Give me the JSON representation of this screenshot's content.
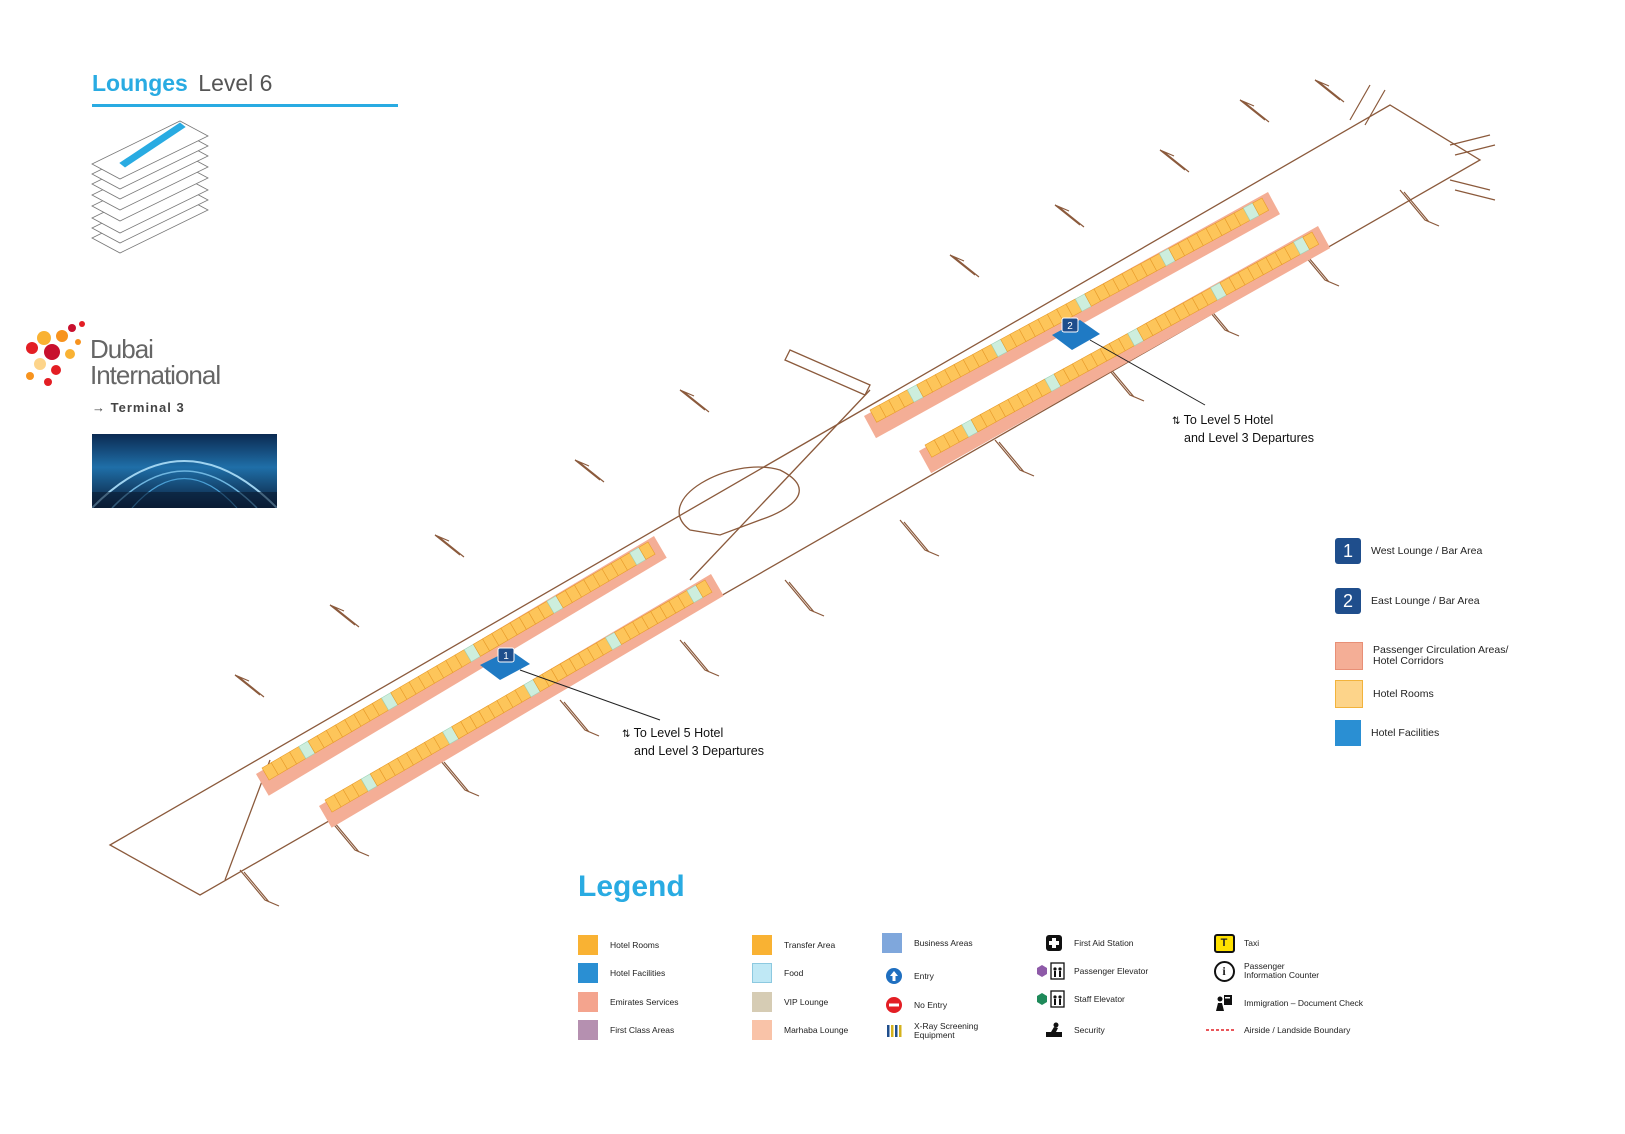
{
  "header": {
    "title_main": "Lounges",
    "title_sub": "Level 6"
  },
  "brand": {
    "name_line1": "Dubai",
    "name_line2": "International",
    "terminal": "Terminal 3",
    "arrow": "→"
  },
  "map": {
    "markers": [
      {
        "number": "1"
      },
      {
        "number": "2"
      }
    ],
    "callouts": [
      {
        "line1": "To Level 5 Hotel",
        "line2": "and Level 3 Departures"
      },
      {
        "line1": "To Level 5 Hotel",
        "line2": "and Level 3 Departures"
      }
    ]
  },
  "side_legend": {
    "items": [
      {
        "badge": "1",
        "label": "West Lounge / Bar Area"
      },
      {
        "badge": "2",
        "label": "East Lounge / Bar Area"
      },
      {
        "label_line1": "Passenger Circulation Areas/",
        "label_line2": "Hotel Corridors",
        "color": "#f4ae96"
      },
      {
        "label": "Hotel Rooms",
        "color": "#fdd48a"
      },
      {
        "label": "Hotel Facilities",
        "color": "#2a8fd3"
      }
    ]
  },
  "legend": {
    "title": "Legend",
    "col1": [
      {
        "label": "Hotel Rooms",
        "color": "#f9b233"
      },
      {
        "label": "Hotel Facilities",
        "color": "#2a8fd3"
      },
      {
        "label": "Emirates Services",
        "color": "#f4a48e"
      },
      {
        "label": "First Class Areas",
        "color": "#b590b0"
      }
    ],
    "col2": [
      {
        "label": "Transfer Area",
        "color": "#f9b233"
      },
      {
        "label": "Food",
        "color": "#bfe8f5"
      },
      {
        "label": "VIP Lounge",
        "color": "#d6ccb4"
      },
      {
        "label": "Marhaba Lounge",
        "color": "#f9c3a8"
      }
    ],
    "col3": [
      {
        "label": "Business Areas",
        "icon": "business-swatch",
        "color": "#7fa7dc"
      },
      {
        "label": "Entry",
        "icon": "entry-arrow-icon",
        "color": "#1f6fc0"
      },
      {
        "label": "No Entry",
        "icon": "no-entry-icon",
        "color": "#e31e24"
      },
      {
        "label_line1": "X-Ray Screening",
        "label_line2": "Equipment",
        "icon": "xray-icon"
      }
    ],
    "col4": [
      {
        "label": "First Aid Station",
        "icon": "first-aid-icon"
      },
      {
        "label": "Passenger Elevator",
        "icon": "passenger-elevator-icon",
        "color": "#8e5aa8"
      },
      {
        "label": "Staff Elevator",
        "icon": "staff-elevator-icon",
        "color": "#1f8a5a"
      },
      {
        "label": "Security",
        "icon": "security-icon"
      }
    ],
    "col5": [
      {
        "label": "Taxi",
        "icon": "taxi-icon",
        "glyph": "T",
        "color": "#ffe100"
      },
      {
        "label_line1": "Passenger",
        "label_line2": "Information Counter",
        "icon": "info-icon",
        "glyph": "i"
      },
      {
        "label": "Immigration – Document Check",
        "icon": "immigration-icon"
      },
      {
        "label": "Airside / Landside Boundary",
        "icon": "boundary-line-icon",
        "color": "#e31e24"
      }
    ]
  }
}
